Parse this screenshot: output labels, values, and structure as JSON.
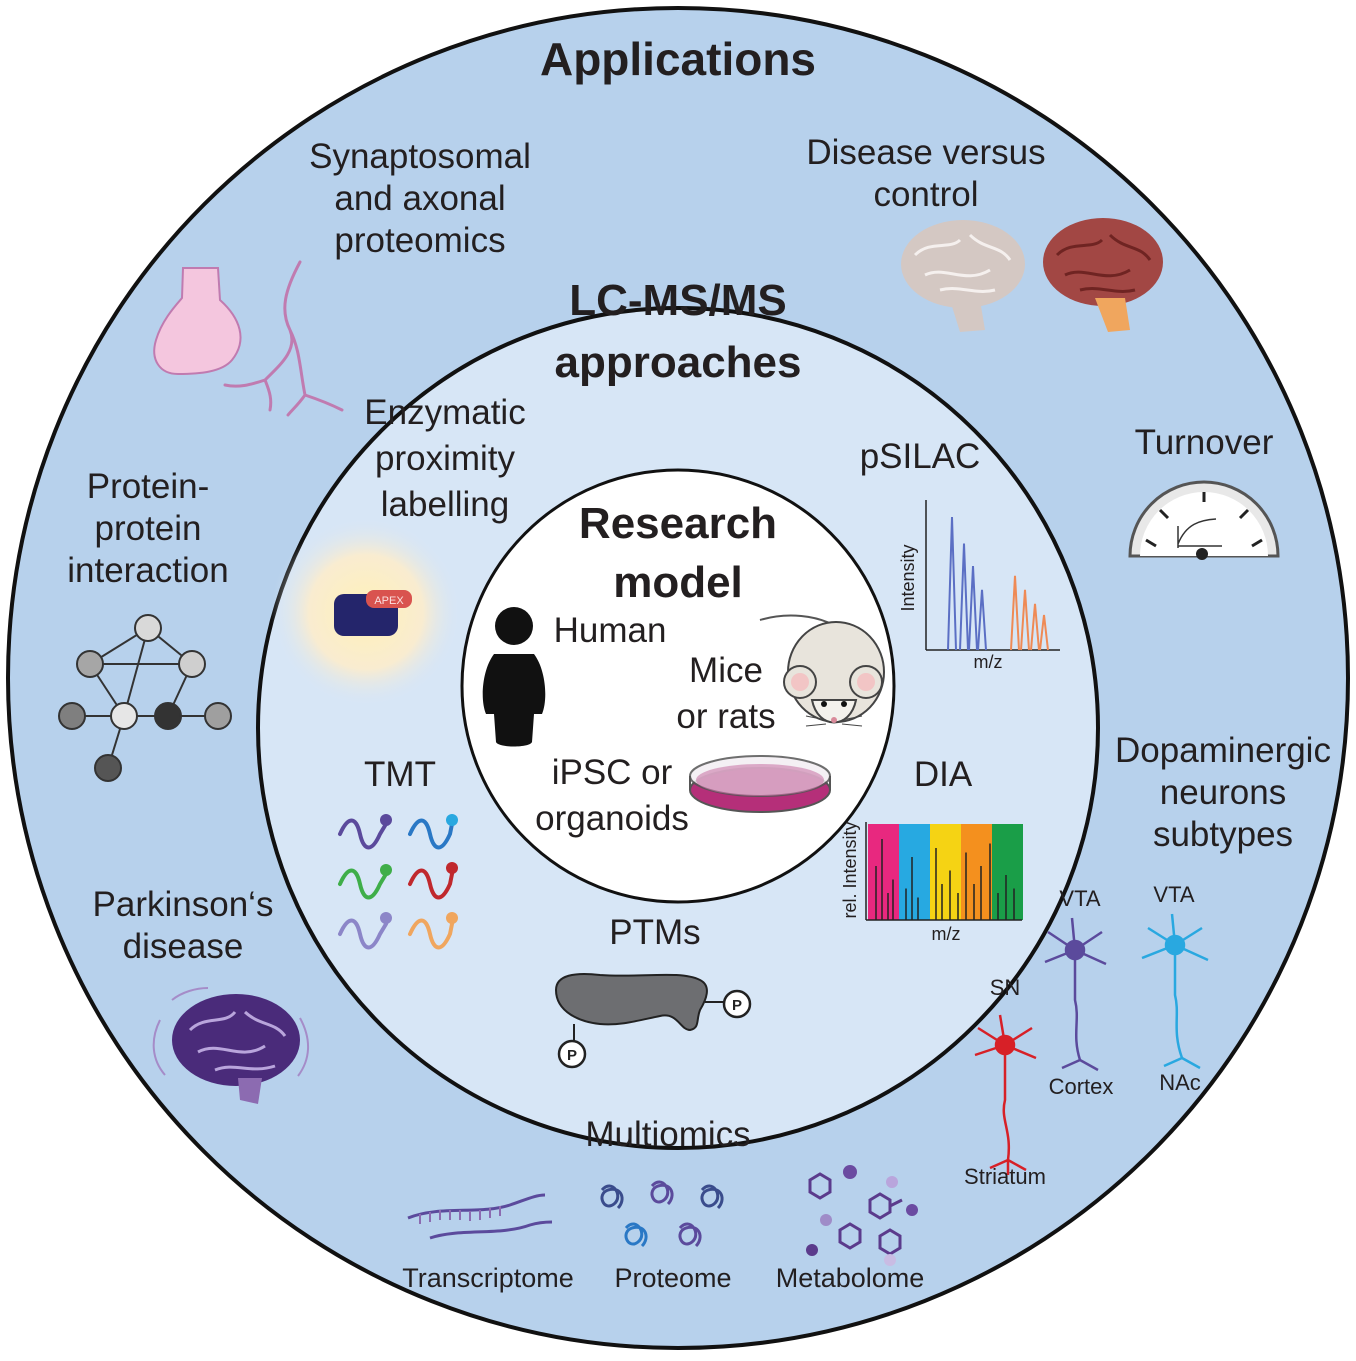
{
  "diagram": {
    "type": "concentric-circles",
    "colors": {
      "outer_ring": "#b7d1ec",
      "middle_ring": "#d7e6f6",
      "inner_circle": "#ffffff",
      "outline": "#111111",
      "psilac_light": "#5b6fc4",
      "psilac_heavy": "#ef8a55",
      "dia_bands": [
        "#e8287f",
        "#27a9e1",
        "#f5d314",
        "#f4901e",
        "#1a9e48"
      ],
      "apex_protein": "#24256b",
      "apex_tag": "#d9534f",
      "dish_fill": "#b52f79",
      "brain_healthy": "#d4c8c3",
      "brain_disease": "#a24744",
      "brain_pd": "#4a2b7a",
      "neuron_sn": "#d72027",
      "neuron_vta_cortex": "#5b4a9c",
      "neuron_vta_nac": "#29a8e0",
      "synapse_pink": "#f4c6de",
      "axon_pink": "#c07bb0"
    },
    "outer_ring": {
      "title": "Applications",
      "items": [
        {
          "id": "synaptosomal",
          "label": "Synaptosomal\nand axonal\nproteomics"
        },
        {
          "id": "disease",
          "label": "Disease versus\ncontrol"
        },
        {
          "id": "turnover",
          "label": "Turnover"
        },
        {
          "id": "dopaminergic",
          "label": "Dopaminergic\nneurons\nsubtypes",
          "sublabels": {
            "sn": "SN",
            "striatum": "Striatum",
            "vta1": "VTA",
            "cortex": "Cortex",
            "vta2": "VTA",
            "nac": "NAc"
          }
        },
        {
          "id": "multiomics",
          "label": "Multiomics",
          "sublabels": [
            "Transcriptome",
            "Proteome",
            "Metabolome"
          ]
        },
        {
          "id": "parkinsons",
          "label": "Parkinson‘s\ndisease"
        },
        {
          "id": "ppi",
          "label": "Protein-\nprotein\ninteraction"
        }
      ]
    },
    "middle_ring": {
      "title": "LC-MS/MS\napproaches",
      "items": [
        {
          "id": "proximity",
          "label": "Enzymatic\nproximity\nlabelling",
          "tag": "APEX"
        },
        {
          "id": "psilac",
          "label": "pSILAC",
          "xlabel": "m/z",
          "ylabel": "Intensity"
        },
        {
          "id": "dia",
          "label": "DIA",
          "xlabel": "m/z",
          "ylabel": "rel. Intensity"
        },
        {
          "id": "ptms",
          "label": "PTMs",
          "mod_symbol": "P"
        },
        {
          "id": "tmt",
          "label": "TMT"
        }
      ]
    },
    "inner_circle": {
      "title": "Research\nmodel",
      "items": [
        {
          "id": "human",
          "label": "Human"
        },
        {
          "id": "mice",
          "label": "Mice\nor rats"
        },
        {
          "id": "ipsc",
          "label": "iPSC or\norganoids"
        }
      ]
    }
  }
}
